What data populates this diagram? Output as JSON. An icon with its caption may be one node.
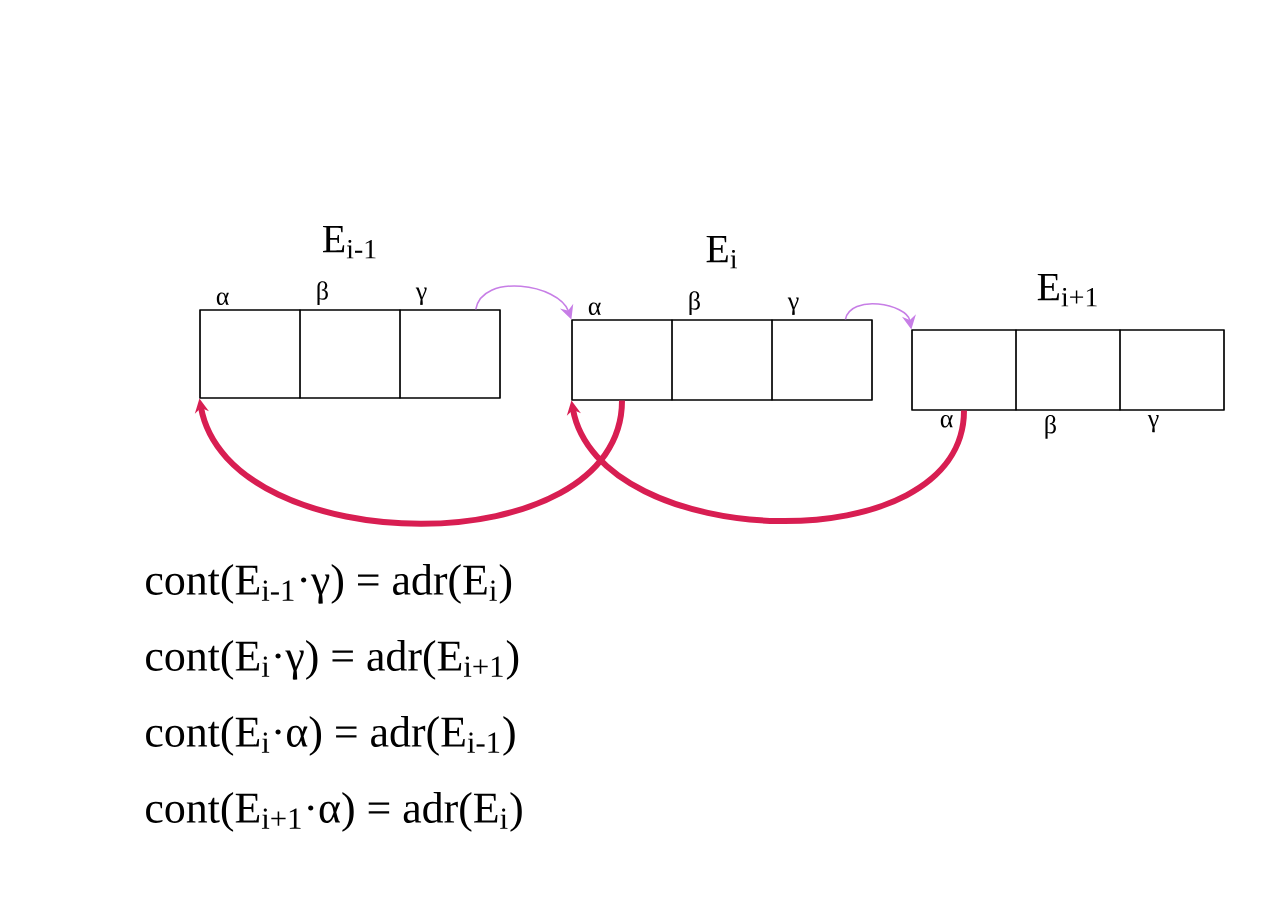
{
  "diagram": {
    "nodes": [
      {
        "text": [
          "E$_{i-1}$"
        ]
      },
      {
        "text": [
          "α"
        ],
        "in": 0
      },
      {
        "text": [
          "β"
        ],
        "in": 0
      },
      {
        "text": [
          "γ"
        ],
        "in": 0
      },
      {
        "text": [
          "E$_{i}$"
        ]
      },
      {
        "text": [
          "α"
        ],
        "in": 4
      },
      {
        "text": [
          "β"
        ],
        "in": 4
      },
      {
        "text": [
          "γ"
        ],
        "in": 4
      },
      {
        "text": [
          "E$_{i+1}$"
        ]
      },
      {
        "text": [
          "α"
        ],
        "in": 8
      },
      {
        "text": [
          "β"
        ],
        "in": 8
      },
      {
        "text": [
          "γ"
        ],
        "in": 8
      }
    ],
    "edges": [
      {
        "from": 3,
        "to": 5,
        "arrow": "to",
        "color": "#c77ee6"
      },
      {
        "from": 7,
        "to": 9,
        "arrow": "to",
        "color": "#c77ee6"
      },
      {
        "from": 5,
        "to": 1,
        "arrow": "to",
        "style": "thick",
        "color": "#d81e52"
      },
      {
        "from": 9,
        "to": 5,
        "arrow": "to",
        "style": "thick",
        "color": "#d81e52"
      }
    ],
    "labels": [
      "cont(E$_{i-1}$·γ) = adr(E$_{i}$)",
      "cont(E$_{i}$·γ) = adr(E$_{i+1}$)",
      "cont(E$_{i}$·α) = adr(E$_{i-1}$)",
      "cont(E$_{i+1}$·α) = adr(E$_{i}$)"
    ]
  }
}
